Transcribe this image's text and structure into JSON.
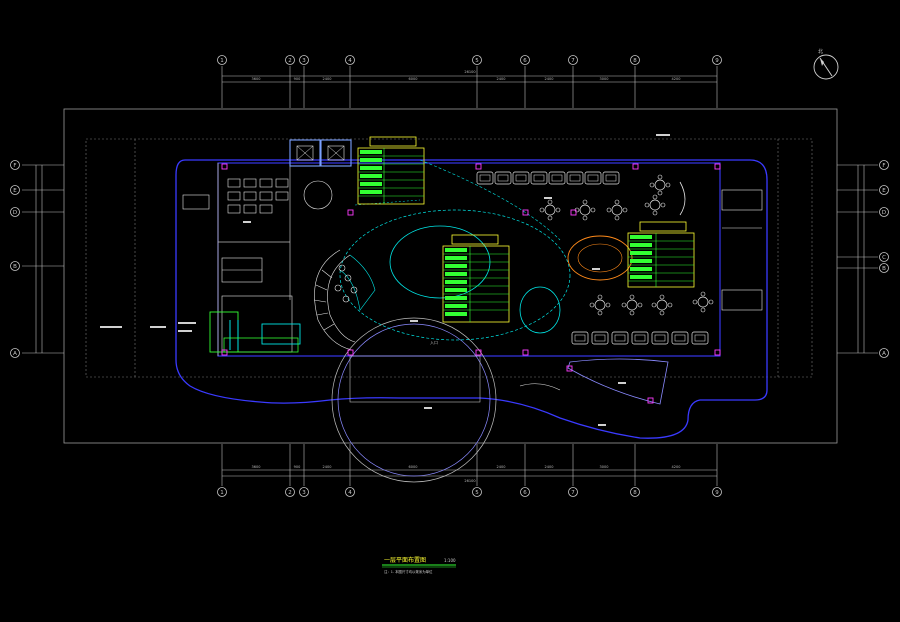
{
  "drawing": {
    "column_grid_labels": [
      "1",
      "2",
      "3",
      "4",
      "5",
      "6",
      "7",
      "8",
      "9"
    ],
    "row_grid_labels_left": [
      "F",
      "E",
      "D",
      "B",
      "A"
    ],
    "row_grid_labels_right": [
      "F",
      "E",
      "D",
      "C",
      "B",
      "A"
    ],
    "north_label": "北",
    "title": "一层平面布置图",
    "scale": "1:100",
    "note": "注：1. 本图尺寸均以毫米为单位",
    "entrance_label": "入口",
    "colors": {
      "background": "#000000",
      "wall": "#3a3aff",
      "grid": "#bdbdbd",
      "furniture": "#e6e6e6",
      "magenta": "#ff3cff",
      "cyan": "#00e5e5",
      "yellow": "#ffff33",
      "green": "#33ff33",
      "orange": "#ff8a1a"
    }
  }
}
